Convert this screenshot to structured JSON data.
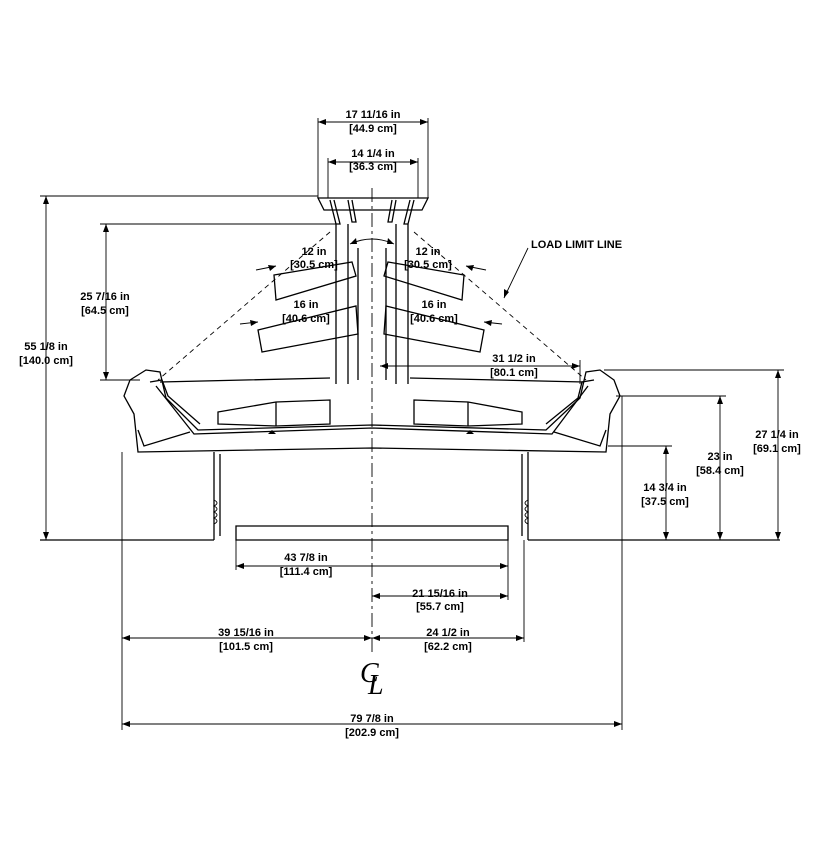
{
  "dimensions": {
    "top_outer": {
      "imperial": "17 11/16 in",
      "metric": "[44.9 cm]"
    },
    "top_inner": {
      "imperial": "14 1/4 in",
      "metric": "[36.3 cm]"
    },
    "left_12": {
      "imperial": "12 in",
      "metric": "[30.5 cm]"
    },
    "right_12": {
      "imperial": "12 in",
      "metric": "[30.5 cm]"
    },
    "left_16": {
      "imperial": "16 in",
      "metric": "[40.6 cm]"
    },
    "right_16": {
      "imperial": "16 in",
      "metric": "[40.6 cm]"
    },
    "height_25": {
      "imperial": "25 7/16 in",
      "metric": "[64.5 cm]"
    },
    "height_55": {
      "imperial": "55 1/8 in",
      "metric": "[140.0 cm]"
    },
    "radius_31": {
      "imperial": "31 1/2 in",
      "metric": "[80.1 cm]"
    },
    "height_27": {
      "imperial": "27 1/4 in",
      "metric": "[69.1 cm]"
    },
    "height_23": {
      "imperial": "23 in",
      "metric": "[58.4 cm]"
    },
    "height_14": {
      "imperial": "14 3/4 in",
      "metric": "[37.5 cm]"
    },
    "width_43": {
      "imperial": "43 7/8 in",
      "metric": "[111.4 cm]"
    },
    "width_21": {
      "imperial": "21 15/16 in",
      "metric": "[55.7 cm]"
    },
    "width_39": {
      "imperial": "39 15/16 in",
      "metric": "[101.5 cm]"
    },
    "width_24": {
      "imperial": "24 1/2 in",
      "metric": "[62.2 cm]"
    },
    "overall_width": {
      "imperial": "79 7/8 in",
      "metric": "[202.9 cm]"
    }
  },
  "labels": {
    "load_limit_line": "LOAD LIMIT LINE",
    "centerline_c": "C",
    "centerline_l": "L"
  }
}
